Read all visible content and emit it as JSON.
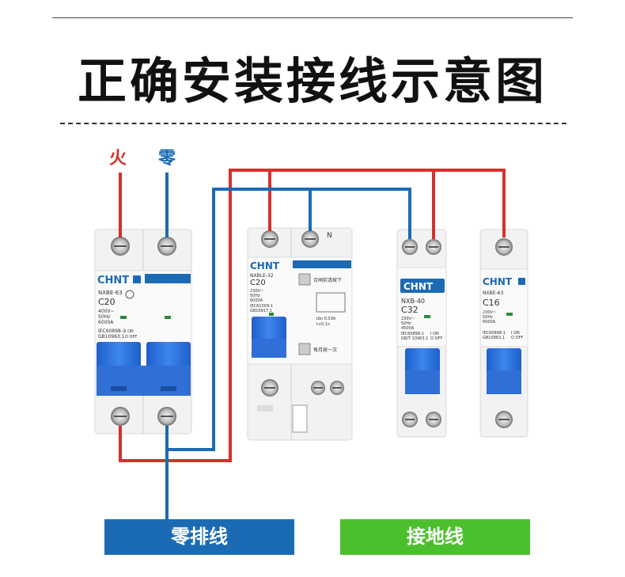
{
  "title": "正确安装接线示意图",
  "labels": {
    "fire": "火",
    "zero": "零"
  },
  "breakers": [
    {
      "brand": "CHNT",
      "model": "NXBE-63",
      "rating": "C20",
      "spec1": "400V~",
      "spec2": "50Hz",
      "spec3": "6000A",
      "std1": "IEC60898-1",
      "std2": "GB10963.1",
      "on": "I ON",
      "off": "O OFF"
    },
    {
      "brand": "CHNT",
      "model": "NXBLE-32",
      "rating": "C20",
      "spec1": "230V~",
      "spec2": "50Hz",
      "spec3": "6000A",
      "std1": "IEC61009-1",
      "std2": "GB16917.1",
      "note1": "合闸前请按下",
      "note2": "每月按一次",
      "n": "N",
      "idn": "IΔn 0.03A",
      "tn": "t≤0.1s"
    },
    {
      "brand": "CHNT",
      "model": "NXB-40",
      "rating": "C32",
      "spec1": "230V~",
      "spec2": "50Hz",
      "spec3": "4500A",
      "std1": "IEC60898-1",
      "std2": "GB/T 10963.1",
      "on": "I ON",
      "off": "O OFF"
    },
    {
      "brand": "CHNT",
      "model": "NXBE-63",
      "rating": "C16",
      "spec1": "230V~",
      "spec2": "50Hz",
      "spec3": "6000A",
      "std1": "IEC60898-1",
      "std2": "GB10963.1",
      "on": "I ON",
      "off": "O OFF"
    }
  ],
  "banners": {
    "neutral": "零排线",
    "ground": "接地线"
  },
  "colors": {
    "live": "#d5312c",
    "neutral": "#1b6bb4",
    "ground_banner": "#4cbf2e",
    "handle": "#2f6fd6"
  }
}
